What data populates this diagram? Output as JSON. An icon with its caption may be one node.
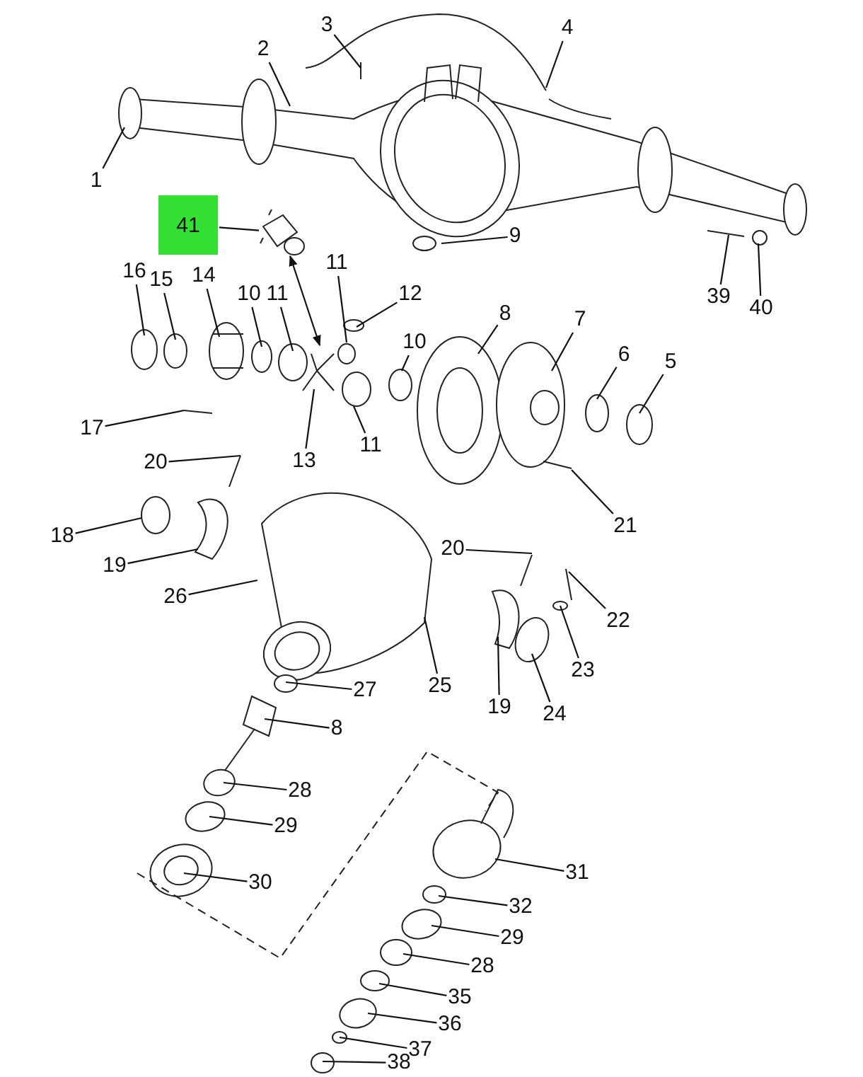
{
  "diagram": {
    "nodes": [
      {
        "text": [
          "3"
        ]
      },
      {
        "text": [
          "4"
        ]
      },
      {
        "text": [
          "2"
        ]
      },
      {
        "text": [
          "1"
        ]
      },
      {
        "text": [
          "41"
        ]
      },
      {
        "text": [],
        "shape": "picture"
      },
      {
        "text": [
          "9"
        ]
      },
      {
        "text": [
          "11"
        ]
      },
      {
        "text": [
          "16"
        ]
      },
      {
        "text": [
          "14"
        ]
      },
      {
        "text": [
          "15"
        ]
      },
      {
        "text": [
          "10"
        ]
      },
      {
        "text": [
          "12"
        ]
      },
      {
        "text": [
          "11"
        ]
      },
      {
        "text": [
          "39"
        ]
      },
      {
        "text": [
          "40"
        ]
      },
      {
        "text": [
          "8"
        ]
      },
      {
        "text": [
          "7"
        ]
      },
      {
        "text": [
          "10"
        ]
      },
      {
        "text": [
          "6"
        ]
      },
      {
        "text": [
          "5"
        ]
      },
      {
        "text": [
          "17"
        ]
      },
      {
        "text": [
          "11"
        ]
      },
      {
        "text": [
          "13"
        ]
      },
      {
        "text": [
          "20"
        ]
      },
      {
        "text": [
          "21"
        ]
      },
      {
        "text": [
          "18"
        ]
      },
      {
        "text": [
          "20"
        ]
      },
      {
        "text": [
          "19"
        ]
      },
      {
        "text": [
          "26"
        ]
      },
      {
        "text": [
          "22"
        ]
      },
      {
        "text": [
          "23"
        ]
      },
      {
        "text": [
          "25"
        ]
      },
      {
        "text": [
          "27"
        ]
      },
      {
        "text": [
          "19"
        ]
      },
      {
        "text": [
          "24"
        ]
      },
      {
        "text": [
          "8"
        ]
      },
      {
        "text": [
          "28"
        ]
      },
      {
        "text": [
          "29"
        ]
      },
      {
        "text": [
          "31"
        ]
      },
      {
        "text": [
          "30"
        ]
      },
      {
        "text": [
          "32"
        ]
      },
      {
        "text": [
          "29"
        ]
      },
      {
        "text": [
          "28"
        ]
      },
      {
        "text": [
          "35"
        ]
      },
      {
        "text": [
          "36"
        ]
      },
      {
        "text": [
          "37"
        ]
      },
      {
        "text": [
          "38"
        ]
      }
    ],
    "edges": [
      {
        "from": 0,
        "to": null,
        "arrow": "none"
      },
      {
        "from": 1,
        "to": null,
        "arrow": "none"
      },
      {
        "from": 2,
        "to": null,
        "arrow": "none"
      },
      {
        "from": 3,
        "to": null,
        "arrow": "none"
      },
      {
        "from": 4,
        "to": 5,
        "arrow": "none"
      },
      {
        "from": 5,
        "to": null,
        "arrow": "both"
      },
      {
        "from": 6,
        "to": null,
        "arrow": "none"
      },
      {
        "from": 7,
        "to": null,
        "arrow": "none"
      },
      {
        "from": 8,
        "to": null,
        "arrow": "none"
      },
      {
        "from": 9,
        "to": null,
        "arrow": "none"
      },
      {
        "from": 10,
        "to": null,
        "arrow": "none"
      },
      {
        "from": 11,
        "to": null,
        "arrow": "none"
      },
      {
        "from": 12,
        "to": null,
        "arrow": "none"
      },
      {
        "from": 13,
        "to": null,
        "arrow": "none"
      },
      {
        "from": 14,
        "to": null,
        "arrow": "none"
      },
      {
        "from": 15,
        "to": null,
        "arrow": "none"
      },
      {
        "from": 16,
        "to": null,
        "arrow": "none"
      },
      {
        "from": 17,
        "to": null,
        "arrow": "none"
      },
      {
        "from": 18,
        "to": null,
        "arrow": "none"
      },
      {
        "from": 19,
        "to": null,
        "arrow": "none"
      },
      {
        "from": 20,
        "to": null,
        "arrow": "none"
      },
      {
        "from": 21,
        "to": null,
        "arrow": "none"
      },
      {
        "from": 22,
        "to": null,
        "arrow": "none"
      },
      {
        "from": 23,
        "to": null,
        "arrow": "none"
      },
      {
        "from": 24,
        "to": null,
        "arrow": "none"
      },
      {
        "from": 25,
        "to": null,
        "arrow": "none"
      },
      {
        "from": 26,
        "to": null,
        "arrow": "none"
      },
      {
        "from": 27,
        "to": null,
        "arrow": "none"
      },
      {
        "from": 28,
        "to": null,
        "arrow": "none"
      },
      {
        "from": 29,
        "to": null,
        "arrow": "none"
      },
      {
        "from": 30,
        "to": null,
        "arrow": "none"
      },
      {
        "from": 31,
        "to": null,
        "arrow": "none"
      },
      {
        "from": 32,
        "to": null,
        "arrow": "none"
      },
      {
        "from": 33,
        "to": null,
        "arrow": "none"
      },
      {
        "from": 34,
        "to": null,
        "arrow": "none"
      },
      {
        "from": 35,
        "to": null,
        "arrow": "none"
      },
      {
        "from": 36,
        "to": null,
        "arrow": "none"
      },
      {
        "from": 37,
        "to": null,
        "arrow": "none"
      },
      {
        "from": 38,
        "to": null,
        "arrow": "none"
      },
      {
        "from": 39,
        "to": null,
        "arrow": "none"
      },
      {
        "from": 40,
        "to": null,
        "arrow": "none"
      },
      {
        "from": 41,
        "to": null,
        "arrow": "none"
      },
      {
        "from": 42,
        "to": null,
        "arrow": "none"
      },
      {
        "from": 43,
        "to": null,
        "arrow": "none"
      },
      {
        "from": 44,
        "to": null,
        "arrow": "none"
      },
      {
        "from": 45,
        "to": null,
        "arrow": "none"
      },
      {
        "from": 46,
        "to": null,
        "arrow": "none"
      },
      {
        "from": 47,
        "to": null,
        "arrow": "none"
      }
    ]
  }
}
